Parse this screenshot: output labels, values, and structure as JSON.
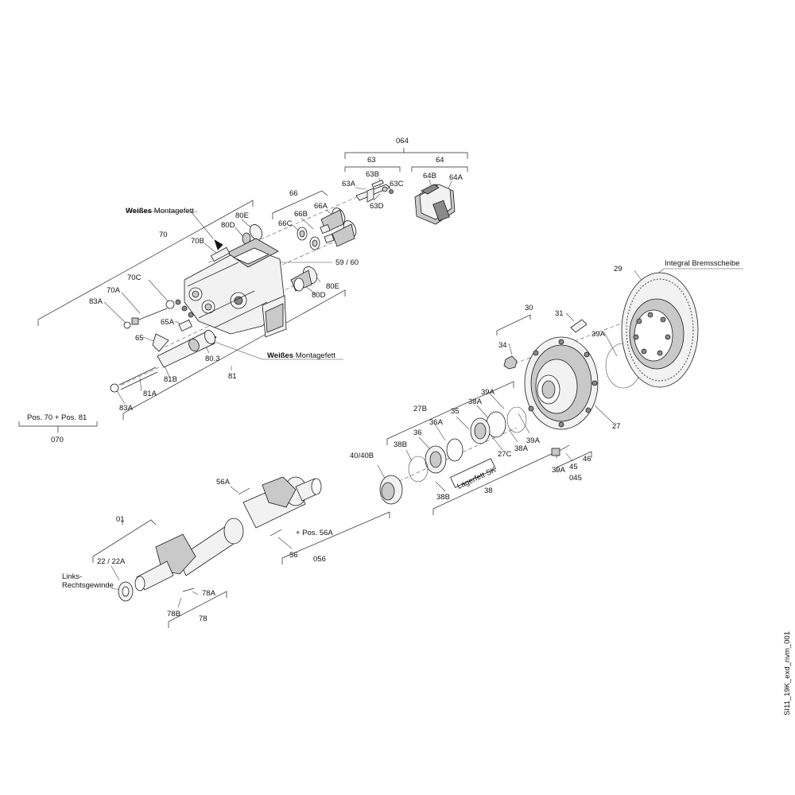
{
  "labels": {
    "l064": "064",
    "l63": "63",
    "l64": "64",
    "l63b": "63B",
    "l63a": "63A",
    "l63c": "63C",
    "l63d": "63D",
    "l64b": "64B",
    "l64a": "64A",
    "l66": "66",
    "l66a": "66A",
    "l66b": "66B",
    "l66c": "66C",
    "l80e_top": "80E",
    "l80d_top": "80D",
    "l70": "70",
    "l70b": "70B",
    "l5960": "59 / 60",
    "l80e_bot": "80E",
    "l80d_bot": "80D",
    "l70c": "70C",
    "l70a": "70A",
    "l83a_top": "83A",
    "l65a": "65A",
    "l65": "65",
    "l803": "80.3",
    "l81b": "81B",
    "l81a": "81A",
    "l83a_bot": "83A",
    "l81": "81",
    "lpos": "Pos. 70 + Pos. 81",
    "l070": "070",
    "l29": "29",
    "l30": "30",
    "l31": "31",
    "l34": "34",
    "l39a_top": "39A",
    "l27": "27",
    "l27b": "27B",
    "l39a_mid": "39A",
    "l38a_top": "38A",
    "l35": "35",
    "l36a": "36A",
    "l36": "36",
    "l38b_top": "38B",
    "l4040b": "40/40B",
    "l38a_bot": "38A",
    "l39a_low": "39A",
    "l27c": "27C",
    "l38b_bot": "38B",
    "l38": "38",
    "l46": "46",
    "l45": "45",
    "l39a_r": "39A",
    "l045": "045",
    "l56a": "56A",
    "l56": "56",
    "lpos56a": "+ Pos. 56A",
    "l056": "056",
    "l01": "01",
    "l2222a": "22 / 22A",
    "l78a": "78A",
    "l78b": "78B",
    "l78": "78"
  },
  "notes": {
    "montagefett_top_bold": "Weißes",
    "montagefett_top_rest": " Montagefett",
    "montagefett_bot_bold": "Weißes",
    "montagefett_bot_rest": " Montagefett",
    "integral": "Integral Bremsscheibe",
    "lagerfett": "Lagerfett SK",
    "links_1": "Links-",
    "links_2": "Rechtsgewinde",
    "drawing_id": "SI11_19K_exd_nvm_001"
  }
}
